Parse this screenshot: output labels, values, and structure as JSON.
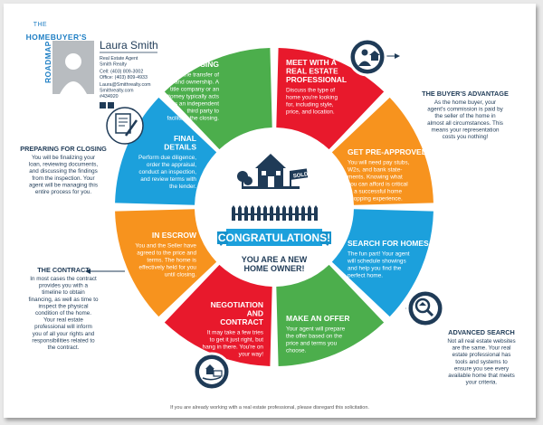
{
  "header": {
    "roadmap_line1": "THE",
    "roadmap_line2": "HOMEBUYER'S",
    "roadmap_line3": "ROADMAP"
  },
  "agent": {
    "name": "Laura Smith",
    "lines": [
      "Real Estate Agent",
      "Smith Realty",
      "Cell: (403) 809-3002",
      "Office: (403) 809-4933",
      "Laura@Smithrealty.com",
      "Smithrealty.com",
      "#434920"
    ]
  },
  "segments": [
    {
      "title": [
        "CLOSING"
      ],
      "body": [
        "This is the transfer of",
        "funds and ownership. A",
        "title company or an",
        "attorney typically acts",
        "as an independent",
        "third party to",
        "facilitate the closing."
      ],
      "color": "#4cae4c"
    },
    {
      "title": [
        "MEET WITH A",
        "REAL ESTATE",
        "PROFESSIONAL"
      ],
      "body": [
        "Discuss the type of",
        "home you're looking",
        "for, including style,",
        "price, and location."
      ],
      "color": "#e8192c"
    },
    {
      "title": [
        "GET PRE-APPROVED"
      ],
      "body": [
        "You will need pay stubs,",
        "W2s, and bank state-",
        "ments. Knowing what",
        "you can afford is critical",
        "to a successful home",
        "shopping experience."
      ],
      "color": "#f7931e"
    },
    {
      "title": [
        "SEARCH FOR HOMES"
      ],
      "body": [
        "The fun part! Your agent",
        "will schedule showings",
        "and help you find the",
        "perfect home."
      ],
      "color": "#1ca0dc"
    },
    {
      "title": [
        "MAKE AN OFFER"
      ],
      "body": [
        "Your agent will prepare",
        "the offer based on the",
        "price and terms you",
        "choose."
      ],
      "color": "#4cae4c"
    },
    {
      "title": [
        "NEGOTIATION",
        "AND",
        "CONTRACT"
      ],
      "body": [
        "It may take a few tries",
        "to get it just right, but",
        "hang in there. You're on",
        "your way!"
      ],
      "color": "#e8192c"
    },
    {
      "title": [
        "IN ESCROW"
      ],
      "body": [
        "You and the Seller have",
        "agreed to the price and",
        "terms. The home is",
        "effectively held for you",
        "until closing."
      ],
      "color": "#f7931e"
    },
    {
      "title": [
        "FINAL",
        "DETAILS"
      ],
      "body": [
        "Perform due diligence,",
        "order the appraisal,",
        "conduct an inspection,",
        "and review terms with",
        "the lender."
      ],
      "color": "#1ca0dc"
    }
  ],
  "center": {
    "banner": "CONGRATULATIONS!",
    "line1": "YOU ARE A NEW",
    "line2": "HOME OWNER!",
    "sign": "SOLD"
  },
  "side_notes": {
    "buyers_advantage": {
      "title": "THE BUYER'S ADVANTAGE",
      "body": [
        "As the home buyer, your",
        "agent's commission is paid by",
        "the seller of the home in",
        "almost all circumstances. This",
        "means your representation",
        "costs you nothing!"
      ]
    },
    "preparing": {
      "title": "PREPARING FOR CLOSING",
      "body": [
        "You will be finalizing your",
        "loan, reviewing documents,",
        "and discussing the findings",
        "from the inspection. Your",
        "agent will be managing this",
        "entire process for you."
      ]
    },
    "contract": {
      "title": "THE CONTRACT",
      "body": [
        "In most cases the contract",
        "provides you with a",
        "timeline to obtain",
        "financing, as well as time to",
        "inspect the physical",
        "condition of the home.",
        "Your real estate",
        "professional will inform",
        "you of all your rights and",
        "responsibilities related to",
        "the contract."
      ]
    },
    "advanced": {
      "title": "ADVANCED SEARCH",
      "body": [
        "Not all real estate websites",
        "are the same. Your real",
        "estate professional has",
        "tools and systems to",
        "ensure you see every",
        "available home that meets",
        "your criteria."
      ]
    }
  },
  "footer": "If you are already working with a real estate professional, please disregard this solicitation.",
  "colors": {
    "navy": "#1f3b57",
    "green": "#4cae4c",
    "red": "#e8192c",
    "orange": "#f7931e",
    "blue": "#1ca0dc"
  },
  "icons": [
    "person-with-house-icon",
    "magnifier-house-icon",
    "document-signing-icon",
    "hand-money-house-icon",
    "house-icon"
  ]
}
